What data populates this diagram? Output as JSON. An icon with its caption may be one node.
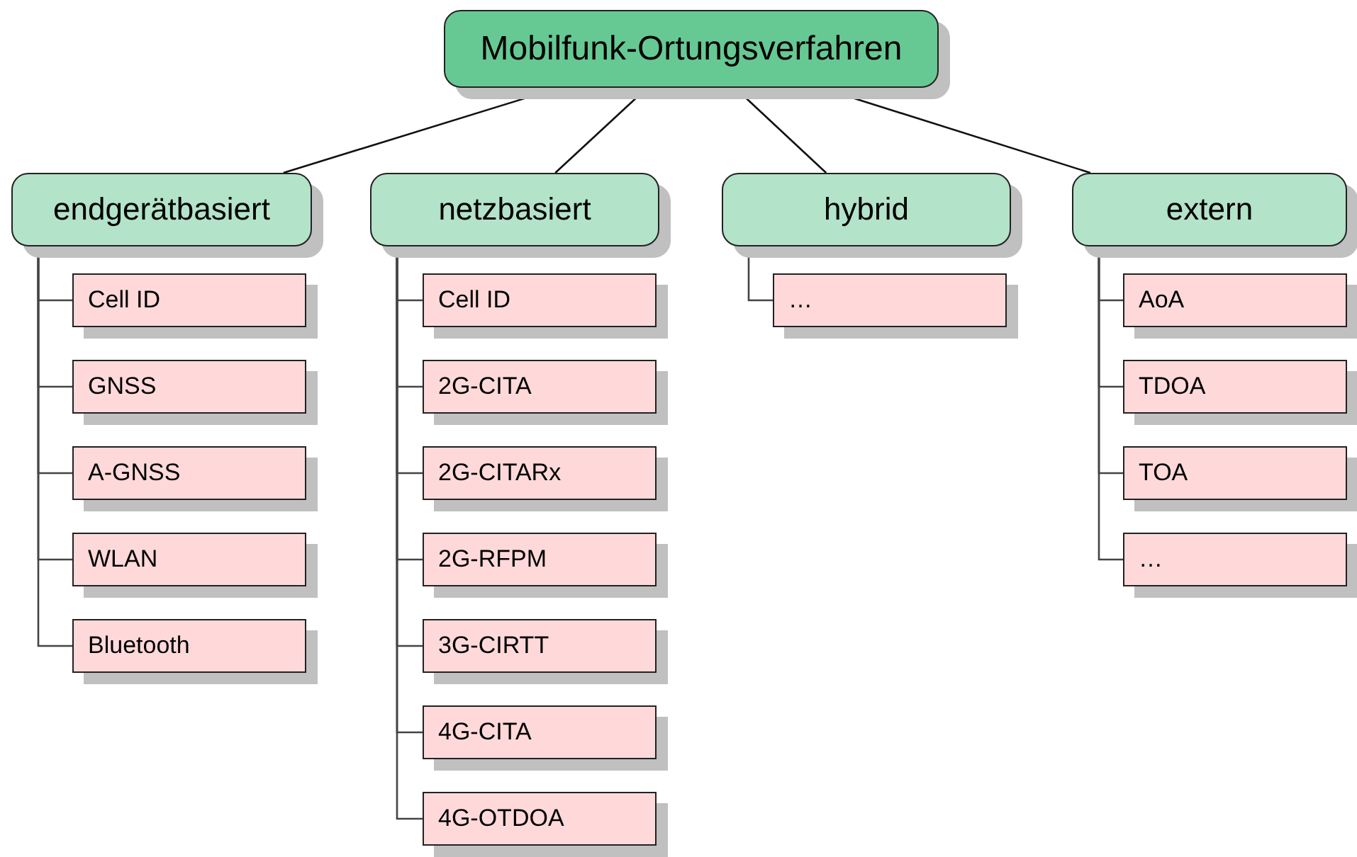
{
  "diagram": {
    "nodes": [
      {
        "text": [
          "Mobilfunk-Ortungsverfahren"
        ]
      },
      {
        "text": [
          "endgerätbasiert"
        ]
      },
      {
        "text": [
          "netzbasiert"
        ]
      },
      {
        "text": [
          "hybrid"
        ]
      },
      {
        "text": [
          "extern"
        ]
      },
      {
        "text": [
          "Cell ID"
        ]
      },
      {
        "text": [
          "GNSS"
        ]
      },
      {
        "text": [
          "A-GNSS"
        ]
      },
      {
        "text": [
          "WLAN"
        ]
      },
      {
        "text": [
          "Bluetooth"
        ]
      },
      {
        "text": [
          "Cell ID"
        ]
      },
      {
        "text": [
          "2G-CITA"
        ]
      },
      {
        "text": [
          "2G-CITARx"
        ]
      },
      {
        "text": [
          "2G-RFPM"
        ]
      },
      {
        "text": [
          "3G-CIRTT"
        ]
      },
      {
        "text": [
          "4G-CITA"
        ]
      },
      {
        "text": [
          "4G-OTDOA"
        ]
      },
      {
        "text": [
          "…"
        ]
      },
      {
        "text": [
          "AoA"
        ]
      },
      {
        "text": [
          "TDOA"
        ]
      },
      {
        "text": [
          "TOA"
        ]
      },
      {
        "text": [
          "…"
        ]
      }
    ],
    "edges": [
      {
        "from": 0,
        "to": 1,
        "arrow": "none"
      },
      {
        "from": 0,
        "to": 2,
        "arrow": "none"
      },
      {
        "from": 0,
        "to": 3,
        "arrow": "none"
      },
      {
        "from": 0,
        "to": 4,
        "arrow": "none"
      },
      {
        "from": 1,
        "to": 5,
        "arrow": "none"
      },
      {
        "from": 1,
        "to": 6,
        "arrow": "none"
      },
      {
        "from": 1,
        "to": 7,
        "arrow": "none"
      },
      {
        "from": 1,
        "to": 8,
        "arrow": "none"
      },
      {
        "from": 1,
        "to": 9,
        "arrow": "none"
      },
      {
        "from": 2,
        "to": 10,
        "arrow": "none"
      },
      {
        "from": 2,
        "to": 11,
        "arrow": "none"
      },
      {
        "from": 2,
        "to": 12,
        "arrow": "none"
      },
      {
        "from": 2,
        "to": 13,
        "arrow": "none"
      },
      {
        "from": 2,
        "to": 14,
        "arrow": "none"
      },
      {
        "from": 2,
        "to": 15,
        "arrow": "none"
      },
      {
        "from": 2,
        "to": 16,
        "arrow": "none"
      },
      {
        "from": 3,
        "to": 17,
        "arrow": "none"
      },
      {
        "from": 4,
        "to": 18,
        "arrow": "none"
      },
      {
        "from": 4,
        "to": 19,
        "arrow": "none"
      },
      {
        "from": 4,
        "to": 20,
        "arrow": "none"
      },
      {
        "from": 4,
        "to": 21,
        "arrow": "none"
      }
    ]
  }
}
